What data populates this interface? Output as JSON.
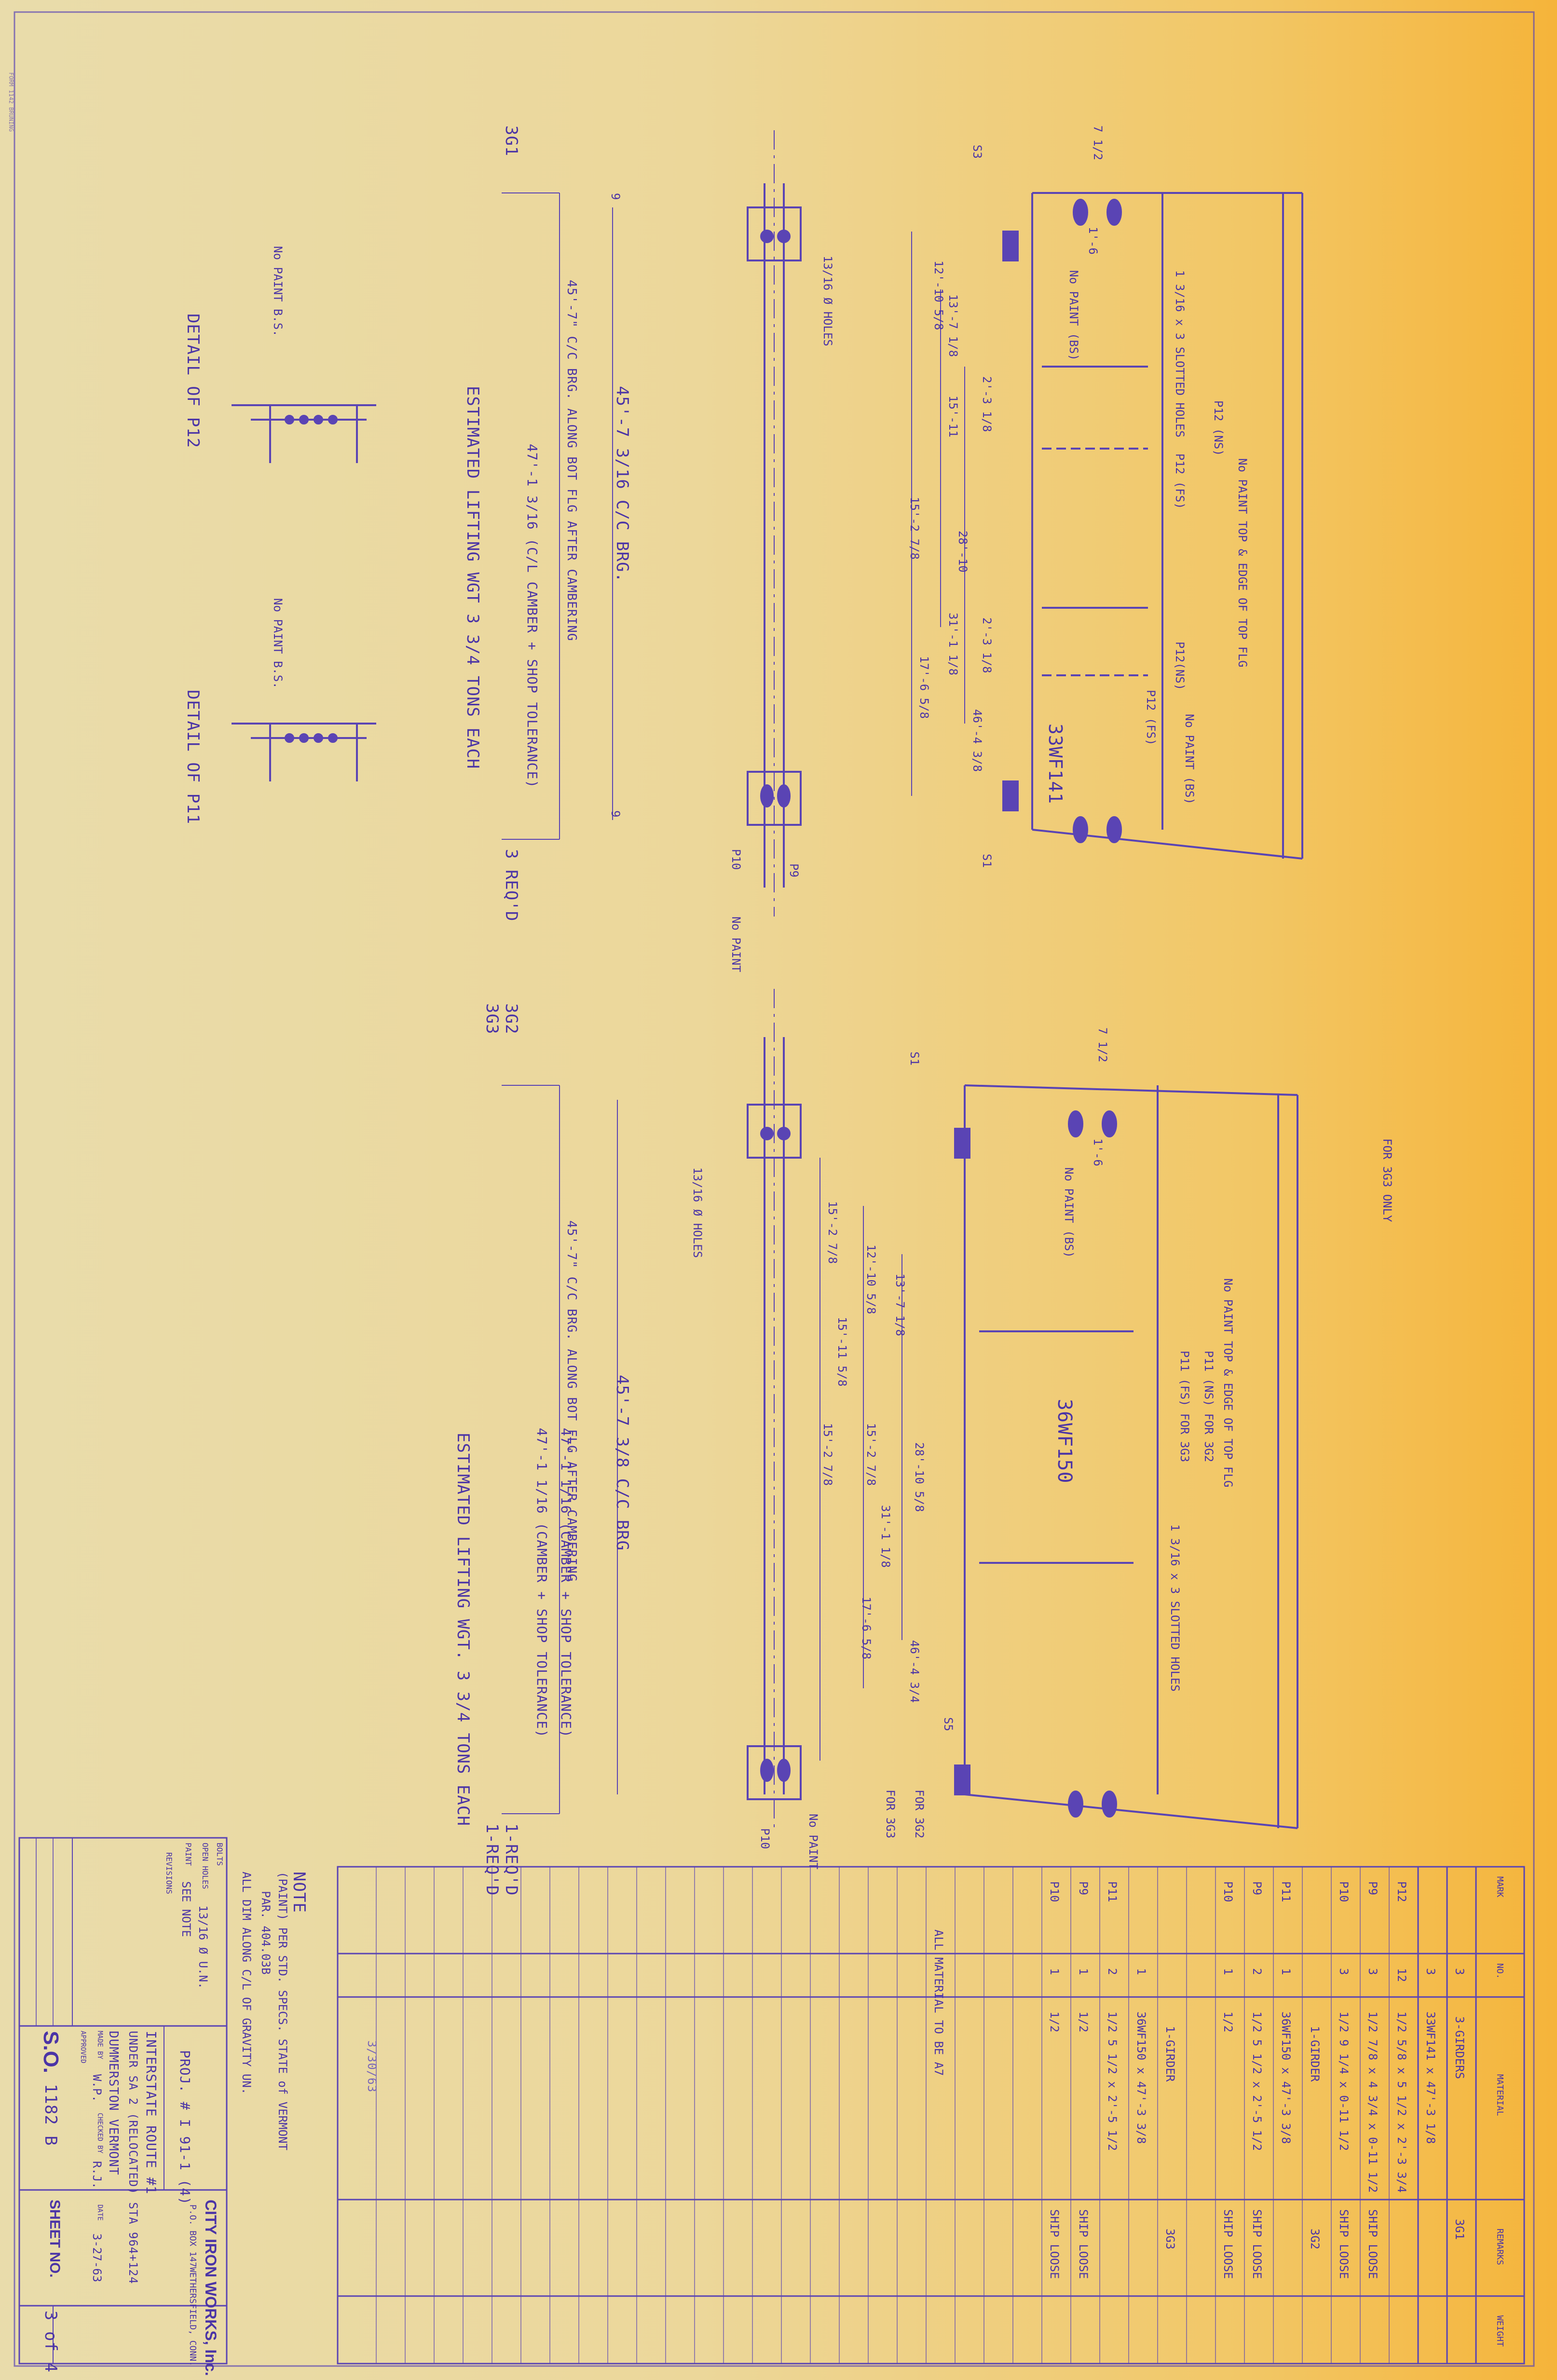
{
  "drawing": {
    "girder_top": {
      "mark": "3G1",
      "reqd": "3 REQ'D",
      "section": "33WF141",
      "clear_span": "45'-7\" C/C BRG. ALONG BOT FLG AFTER CAMBERING",
      "calc_brg": "45'-7 3/16 C/C BRG.",
      "overall": "47'-1 3/16 (C/L CAMBER + SHOP TOLERANCE)",
      "lifting": "ESTIMATED LIFTING WGT 3 3/4 TONS EACH",
      "notes": [
        "No PAINT (BS)",
        "1 3/16 x 3 SLOTTED HOLES",
        "P12 (NS)",
        "P12 (FS)",
        "No PAINT TOP & EDGE OF TOP FLG",
        "P12(NS)",
        "P12 (FS)",
        "No PAINT (BS)",
        "13/16 Ø HOLES",
        "No PAINT",
        "P10",
        "P9",
        "S3",
        "S1"
      ],
      "dims": [
        "12'-10 5/8",
        "13'-7 1/8",
        "15'-11",
        "2'-3 1/8",
        "15'-2 7/8",
        "28'-10",
        "31'-1 1/8",
        "2'-3 1/8",
        "17'-6 5/8",
        "46'-4 3/8",
        "1'-6",
        "7 1/2",
        "9",
        "9"
      ]
    },
    "girder_bottom": {
      "mark_a": "3G2",
      "mark_b": "3G3",
      "reqd": "1-REQ'D",
      "reqd_b": "1-REQ'D",
      "section": "36WF150",
      "clear_span": "45'-7\" C/C BRG. ALONG BOT FLG AFTER CAMBERING",
      "calc_brg": "45'-7 3/8 C/C BRG",
      "overall_a": "47'-1 1/16 (CAMBER + SHOP TOLERANCE)",
      "overall_b": "47'-1 1/16 (CAMBER + SHOP TOLERANCE)",
      "lifting": "ESTIMATED LIFTING WGT. 3 3/4 TONS EACH",
      "notes": [
        "No PAINT (BS)",
        "FOR 3G3 ONLY",
        "No PAINT TOP & EDGE OF TOP FLG",
        "P11 (NS) FOR 3G2",
        "P11 (FS) FOR 3G3",
        "1 3/16 x 3 SLOTTED HOLES",
        "13/16 Ø HOLES",
        "No PAINT",
        "FOR 3G3",
        "FOR 3G2",
        "S5",
        "S1",
        "P10"
      ],
      "dims": [
        "12'-10 5/8",
        "13'-7 1/8",
        "15'-2 7/8",
        "15'-11 5/8",
        "15'-2 7/8",
        "15'-2 7/8",
        "28'-10 5/8",
        "31'-1 1/8",
        "17'-6 5/8",
        "46'-4 3/4",
        "1'-6",
        "7 1/2"
      ]
    },
    "details": [
      {
        "title": "DETAIL OF P12",
        "note": "No PAINT B.S."
      },
      {
        "title": "DETAIL OF P11",
        "note": "No PAINT B.S."
      }
    ],
    "notes_block": {
      "heading": "NOTE",
      "lines": [
        "(PAINT) PER STD. SPECS. STATE of VERMONT",
        "PAR. 404.03B",
        "ALL DIM ALONG C/L OF GRAVITY UN."
      ]
    }
  },
  "bill_of_material": {
    "headers": [
      "MARK",
      "NO.",
      "MATERIAL",
      "REMARKS",
      "WEIGHT"
    ],
    "rows": [
      {
        "mark": "",
        "no": "3",
        "material": "3-GIRDERS",
        "remarks": "3G1"
      },
      {
        "mark": "",
        "no": "3",
        "material": "33WF141 x 47'-3 1/8",
        "remarks": ""
      },
      {
        "mark": "P12",
        "no": "12",
        "material": "1/2 5/8 x 5 1/2 x 2'-3 3/4",
        "remarks": ""
      },
      {
        "mark": "P9",
        "no": "3",
        "material": "1/2 7/8 x 4 3/4 x 0-11 1/2",
        "remarks": "SHIP LOOSE"
      },
      {
        "mark": "P10",
        "no": "3",
        "material": "1/2 9 1/4 x 0-11 1/2",
        "remarks": "SHIP LOOSE"
      },
      {
        "mark": "",
        "no": "",
        "material": "1-GIRDER",
        "remarks": "3G2"
      },
      {
        "mark": "P11",
        "no": "1",
        "material": "36WF150 x 47'-3 3/8",
        "remarks": ""
      },
      {
        "mark": "P9",
        "no": "2",
        "material": "1/2 5 1/2 x 2'-5 1/2",
        "remarks": "SHIP LOOSE"
      },
      {
        "mark": "P10",
        "no": "1",
        "material": "1/2",
        "remarks": "SHIP LOOSE"
      },
      {
        "mark": "",
        "no": "",
        "material": "1-GIRDER",
        "remarks": "3G3"
      },
      {
        "mark": "",
        "no": "1",
        "material": "36WF150 x 47'-3 3/8",
        "remarks": ""
      },
      {
        "mark": "P11",
        "no": "2",
        "material": "1/2 5 1/2 x 2'-5 1/2",
        "remarks": ""
      },
      {
        "mark": "P9",
        "no": "1",
        "material": "1/2",
        "remarks": "SHIP LOOSE"
      },
      {
        "mark": "P10",
        "no": "1",
        "material": "1/2",
        "remarks": "SHIP LOOSE"
      },
      {
        "mark": "",
        "no": "",
        "material": "ALL MATERIAL TO BE A7",
        "remarks": ""
      }
    ]
  },
  "title_block": {
    "company": "CITY IRON WORKS, Inc.",
    "address1": "P.O. BOX 147",
    "address2": "WETHERSFIELD, CONN.",
    "bolts_label": "BOLTS",
    "open_holes_label": "OPEN HOLES",
    "open_holes": "13/16 Ø U.N.",
    "paint_label": "PAINT",
    "paint": "SEE NOTE",
    "revisions_label": "REVISIONS",
    "project": "PROJ. # I 91-1 (4)",
    "line1": "INTERSTATE ROUTE #1",
    "line2": "UNDER SA 2 (RELOCATED) STA 964+124",
    "line3": "DUMMERSTON VERMONT",
    "made_by_label": "MADE BY",
    "made_by": "W.P.",
    "checked_label": "CHECKED BY",
    "checked": "R.J.",
    "date_label": "DATE",
    "date": "3-27-63",
    "approved_label": "APPROVED",
    "approved": "3/30/63",
    "so_label": "S.O.",
    "so": "1182 B",
    "sheet_label": "SHEET NO.",
    "sheet": "3 of 4"
  },
  "margin_text": "FORM 1142 BRUNING"
}
